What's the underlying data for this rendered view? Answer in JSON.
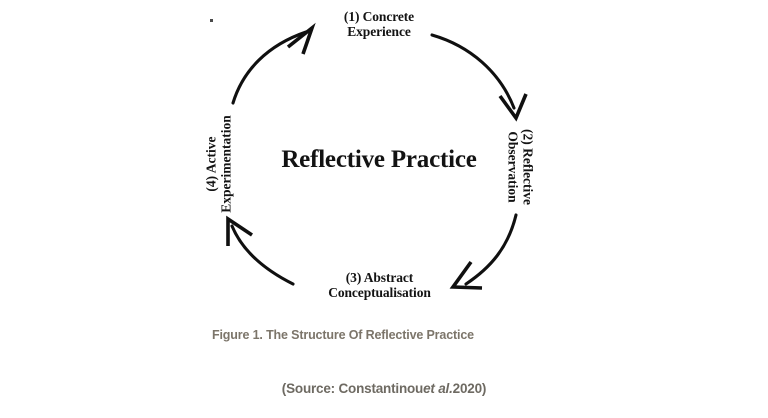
{
  "figure": {
    "center_title": "Reflective Practice",
    "caption": "Figure 1. The Structure Of Reflective Practice",
    "source_prefix": "(Source: Constantinou",
    "source_italic": "et al.",
    "source_suffix": "2020)",
    "stroke_color": "#101010",
    "text_color": "#141414",
    "caption_color": "#7c756a",
    "source_color": "#6e6a62",
    "background_color": "#ffffff"
  },
  "nodes": [
    {
      "id": "concrete-experience",
      "number": "(1)",
      "line1": "(1) Concrete",
      "line2": "Experience",
      "full_label": "(1) Concrete Experience",
      "position": "top",
      "rotation": 0
    },
    {
      "id": "reflective-observation",
      "number": "(2)",
      "line1": "(2) Reflective",
      "line2": "Observation",
      "full_label": "(2) Reflective Observation",
      "position": "right",
      "rotation": 90
    },
    {
      "id": "abstract-conceptualisation",
      "number": "(3)",
      "line1": "(3) Abstract",
      "line2": "Conceptualisation",
      "full_label": "(3) Abstract Conceptualisation",
      "position": "bottom",
      "rotation": 0
    },
    {
      "id": "active-experimentation",
      "number": "(4)",
      "line1": "(4) Active",
      "line2": "Experimentation",
      "full_label": "(4) Active Experimentation",
      "position": "left",
      "rotation": -90
    }
  ],
  "arrows": [
    {
      "id": "arrow-1-to-2",
      "from": "concrete-experience",
      "to": "reflective-observation",
      "direction": "clockwise"
    },
    {
      "id": "arrow-2-to-3",
      "from": "reflective-observation",
      "to": "abstract-conceptualisation",
      "direction": "clockwise"
    },
    {
      "id": "arrow-3-to-4",
      "from": "abstract-conceptualisation",
      "to": "active-experimentation",
      "direction": "clockwise"
    },
    {
      "id": "arrow-4-to-1",
      "from": "active-experimentation",
      "to": "concrete-experience",
      "direction": "clockwise"
    }
  ],
  "chart_data": {
    "type": "diagram",
    "diagram_type": "cycle",
    "title": "Reflective Practice",
    "caption": "Figure 1. The Structure Of Reflective Practice",
    "source": "(Source: Constantinou et al. 2020)",
    "node_count": 4,
    "nodes": [
      "(1) Concrete Experience",
      "(2) Reflective Observation",
      "(3) Abstract Conceptualisation",
      "(4) Active Experimentation"
    ],
    "edges": [
      [
        "(1) Concrete Experience",
        "(2) Reflective Observation"
      ],
      [
        "(2) Reflective Observation",
        "(3) Abstract Conceptualisation"
      ],
      [
        "(3) Abstract Conceptualisation",
        "(4) Active Experimentation"
      ],
      [
        "(4) Active Experimentation",
        "(1) Concrete Experience"
      ]
    ],
    "flow_direction": "clockwise",
    "legend": [],
    "grid": false
  }
}
